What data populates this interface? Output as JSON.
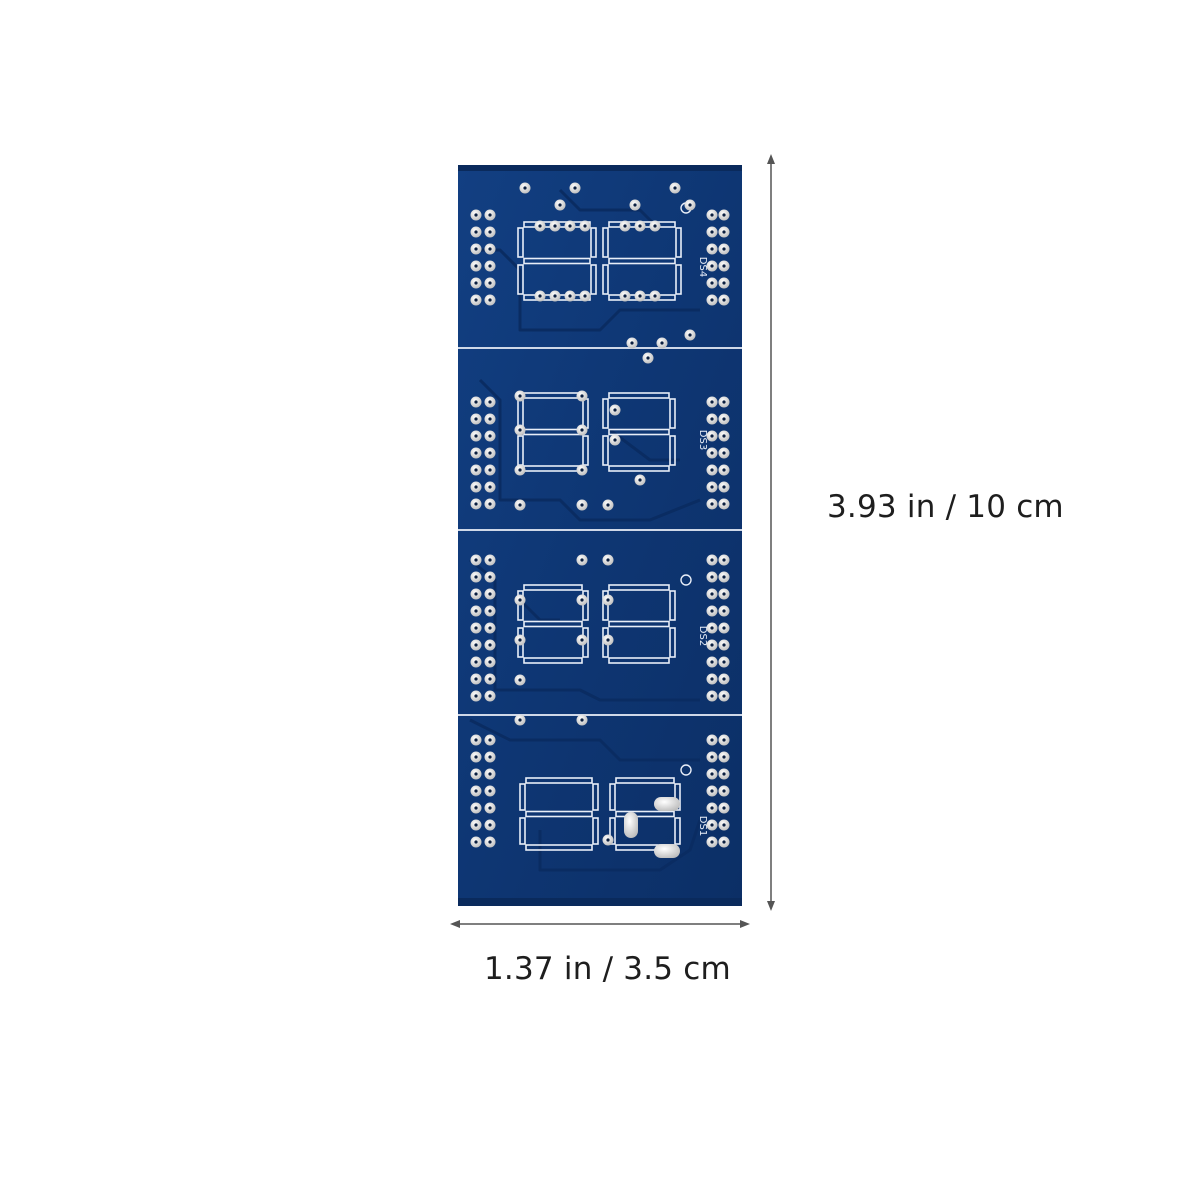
{
  "dimensions": {
    "height_label": "3.93 in / 10 cm",
    "width_label": "1.37 in / 3.5 cm"
  },
  "board": {
    "designators": [
      "DS4",
      "DS3",
      "DS2",
      "DS1"
    ]
  },
  "colors": {
    "pcb": "#0f3a78",
    "pcb_dark": "#0a2a5c",
    "silk": "#e8eef8",
    "pad": "#d9d9d9",
    "hole": "#0b1f40",
    "arrow": "#555555",
    "text": "#1e1e1e"
  }
}
